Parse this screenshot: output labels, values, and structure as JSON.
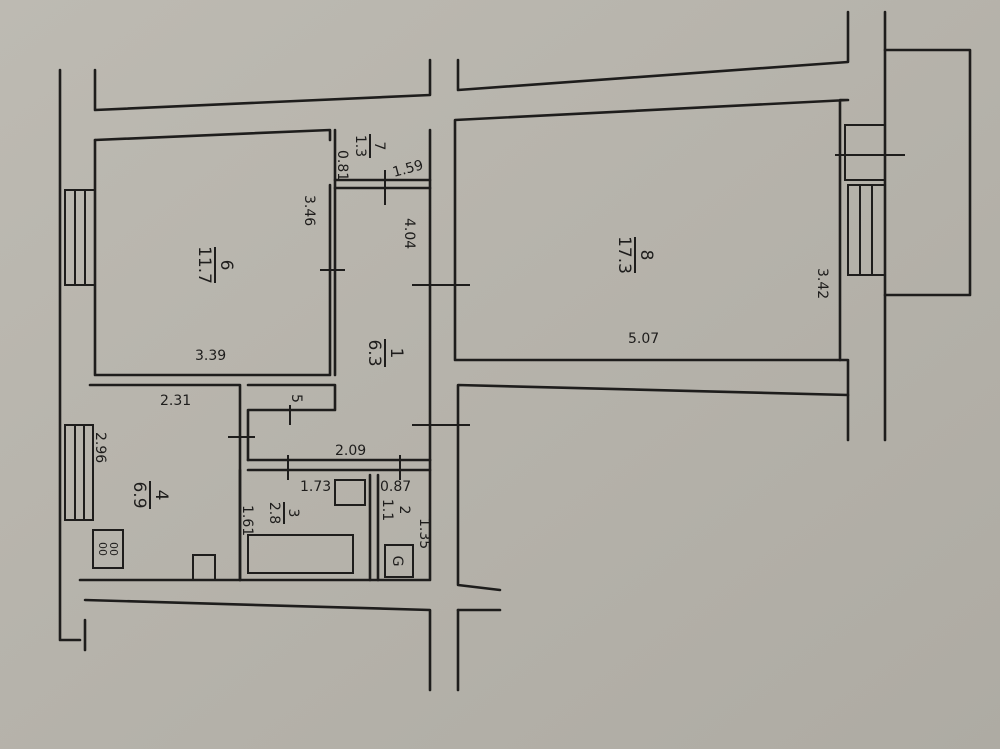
{
  "plan": {
    "rooms": [
      {
        "number": "1",
        "area": "6.3"
      },
      {
        "number": "2",
        "area": "1.1"
      },
      {
        "number": "3",
        "area": "2.8"
      },
      {
        "number": "4",
        "area": "6.9"
      },
      {
        "number": "5",
        "area": ""
      },
      {
        "number": "6",
        "area": "11.7"
      },
      {
        "number": "7",
        "area": "1.3"
      },
      {
        "number": "8",
        "area": "17.3"
      }
    ],
    "dimensions": {
      "d_081": "0.81",
      "d_159": "1.59",
      "d_346": "3.46",
      "d_404": "4.04",
      "d_339": "3.39",
      "d_507": "5.07",
      "d_342": "3.42",
      "d_231": "2.31",
      "d_296": "2.96",
      "d_209": "2.09",
      "d_173": "1.73",
      "d_087": "0.87",
      "d_161": "1.61",
      "d_135": "1.35"
    },
    "fixtures": {
      "stove_label": "00\n00",
      "boiler_label": "G"
    }
  },
  "colors": {
    "paper": "#b8b5ad",
    "ink": "#1e1d1c"
  }
}
